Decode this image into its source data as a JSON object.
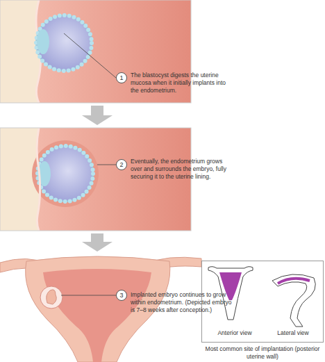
{
  "diagram": {
    "nodes": [
      {
        "text": [
          "1"
        ]
      },
      {
        "text": [
          "2"
        ]
      },
      {
        "text": [
          "3"
        ]
      },
      {
        "text": [
          "Anterior view",
          "Lateral view"
        ]
      }
    ],
    "labels": [
      "The blastocyst digests the uterine mucosa when it initially implants into the endometrium.",
      "Eventually, the endometrium grows over and surrounds the embryo, fully securing it to the uterine lining.",
      "Implanted embryo continues to grow within endometrium. (Depicted embryo is 7–8 weeks after conception.)",
      "Most common site of implantation (posterior uterine wall)"
    ]
  }
}
